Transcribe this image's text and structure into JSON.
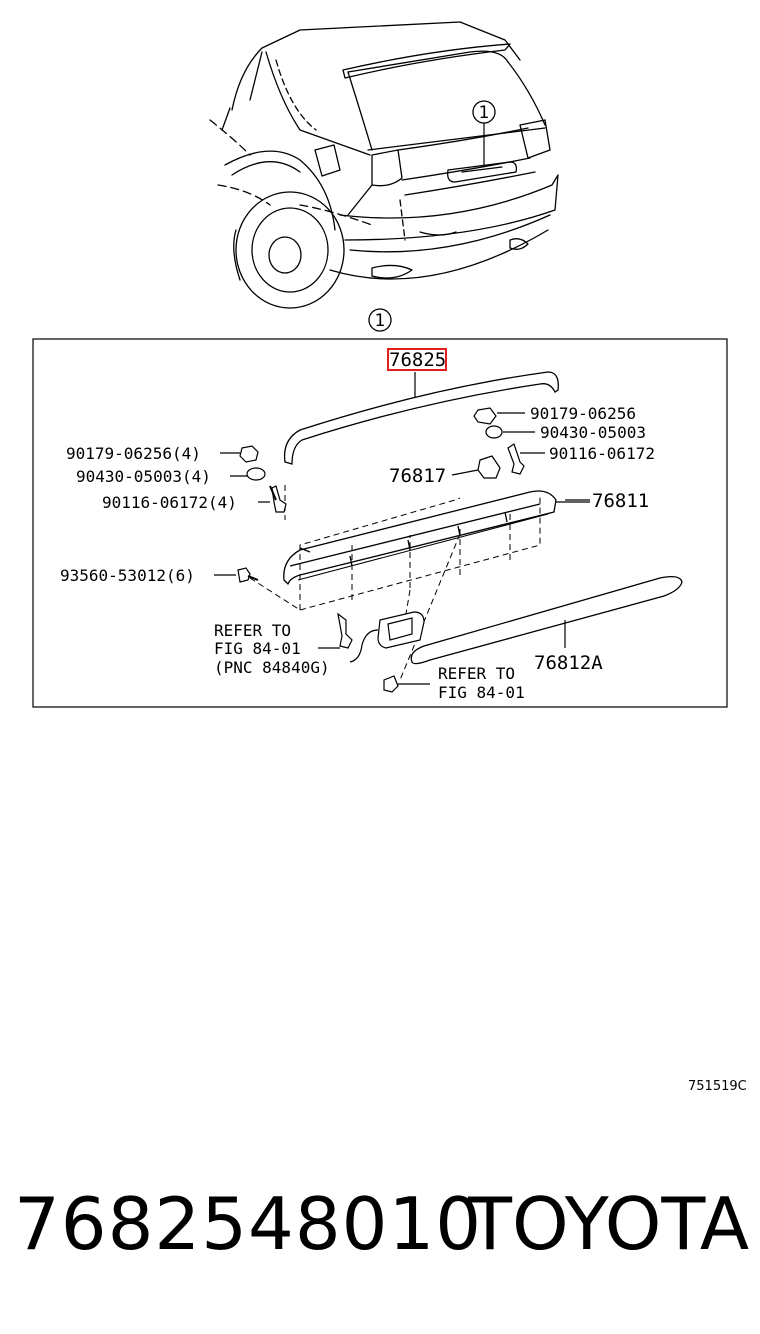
{
  "diagram": {
    "callout_top": "1",
    "callout_box": "1",
    "highlighted_part": "76825",
    "highlight_color": "#e0201c",
    "labels": {
      "p90179_left": "90179-06256(4)",
      "p90430_left": "90430-05003(4)",
      "p90116_left": "90116-06172(4)",
      "p93560": "93560-53012(6)",
      "p90179_right": "90179-06256",
      "p90430_right": "90430-05003",
      "p90116_right": "90116-06172",
      "p76817": "76817",
      "p76811": "76811",
      "p76812A": "76812A",
      "refer_left_1": "REFER TO",
      "refer_left_2": "FIG 84-01",
      "refer_left_3": "(PNC 84840G)",
      "refer_right_1": "REFER TO",
      "refer_right_2": "FIG 84-01"
    }
  },
  "footer": {
    "illustration_code": "751519C",
    "part_number": "7682548010",
    "brand": "TOYOTA"
  }
}
